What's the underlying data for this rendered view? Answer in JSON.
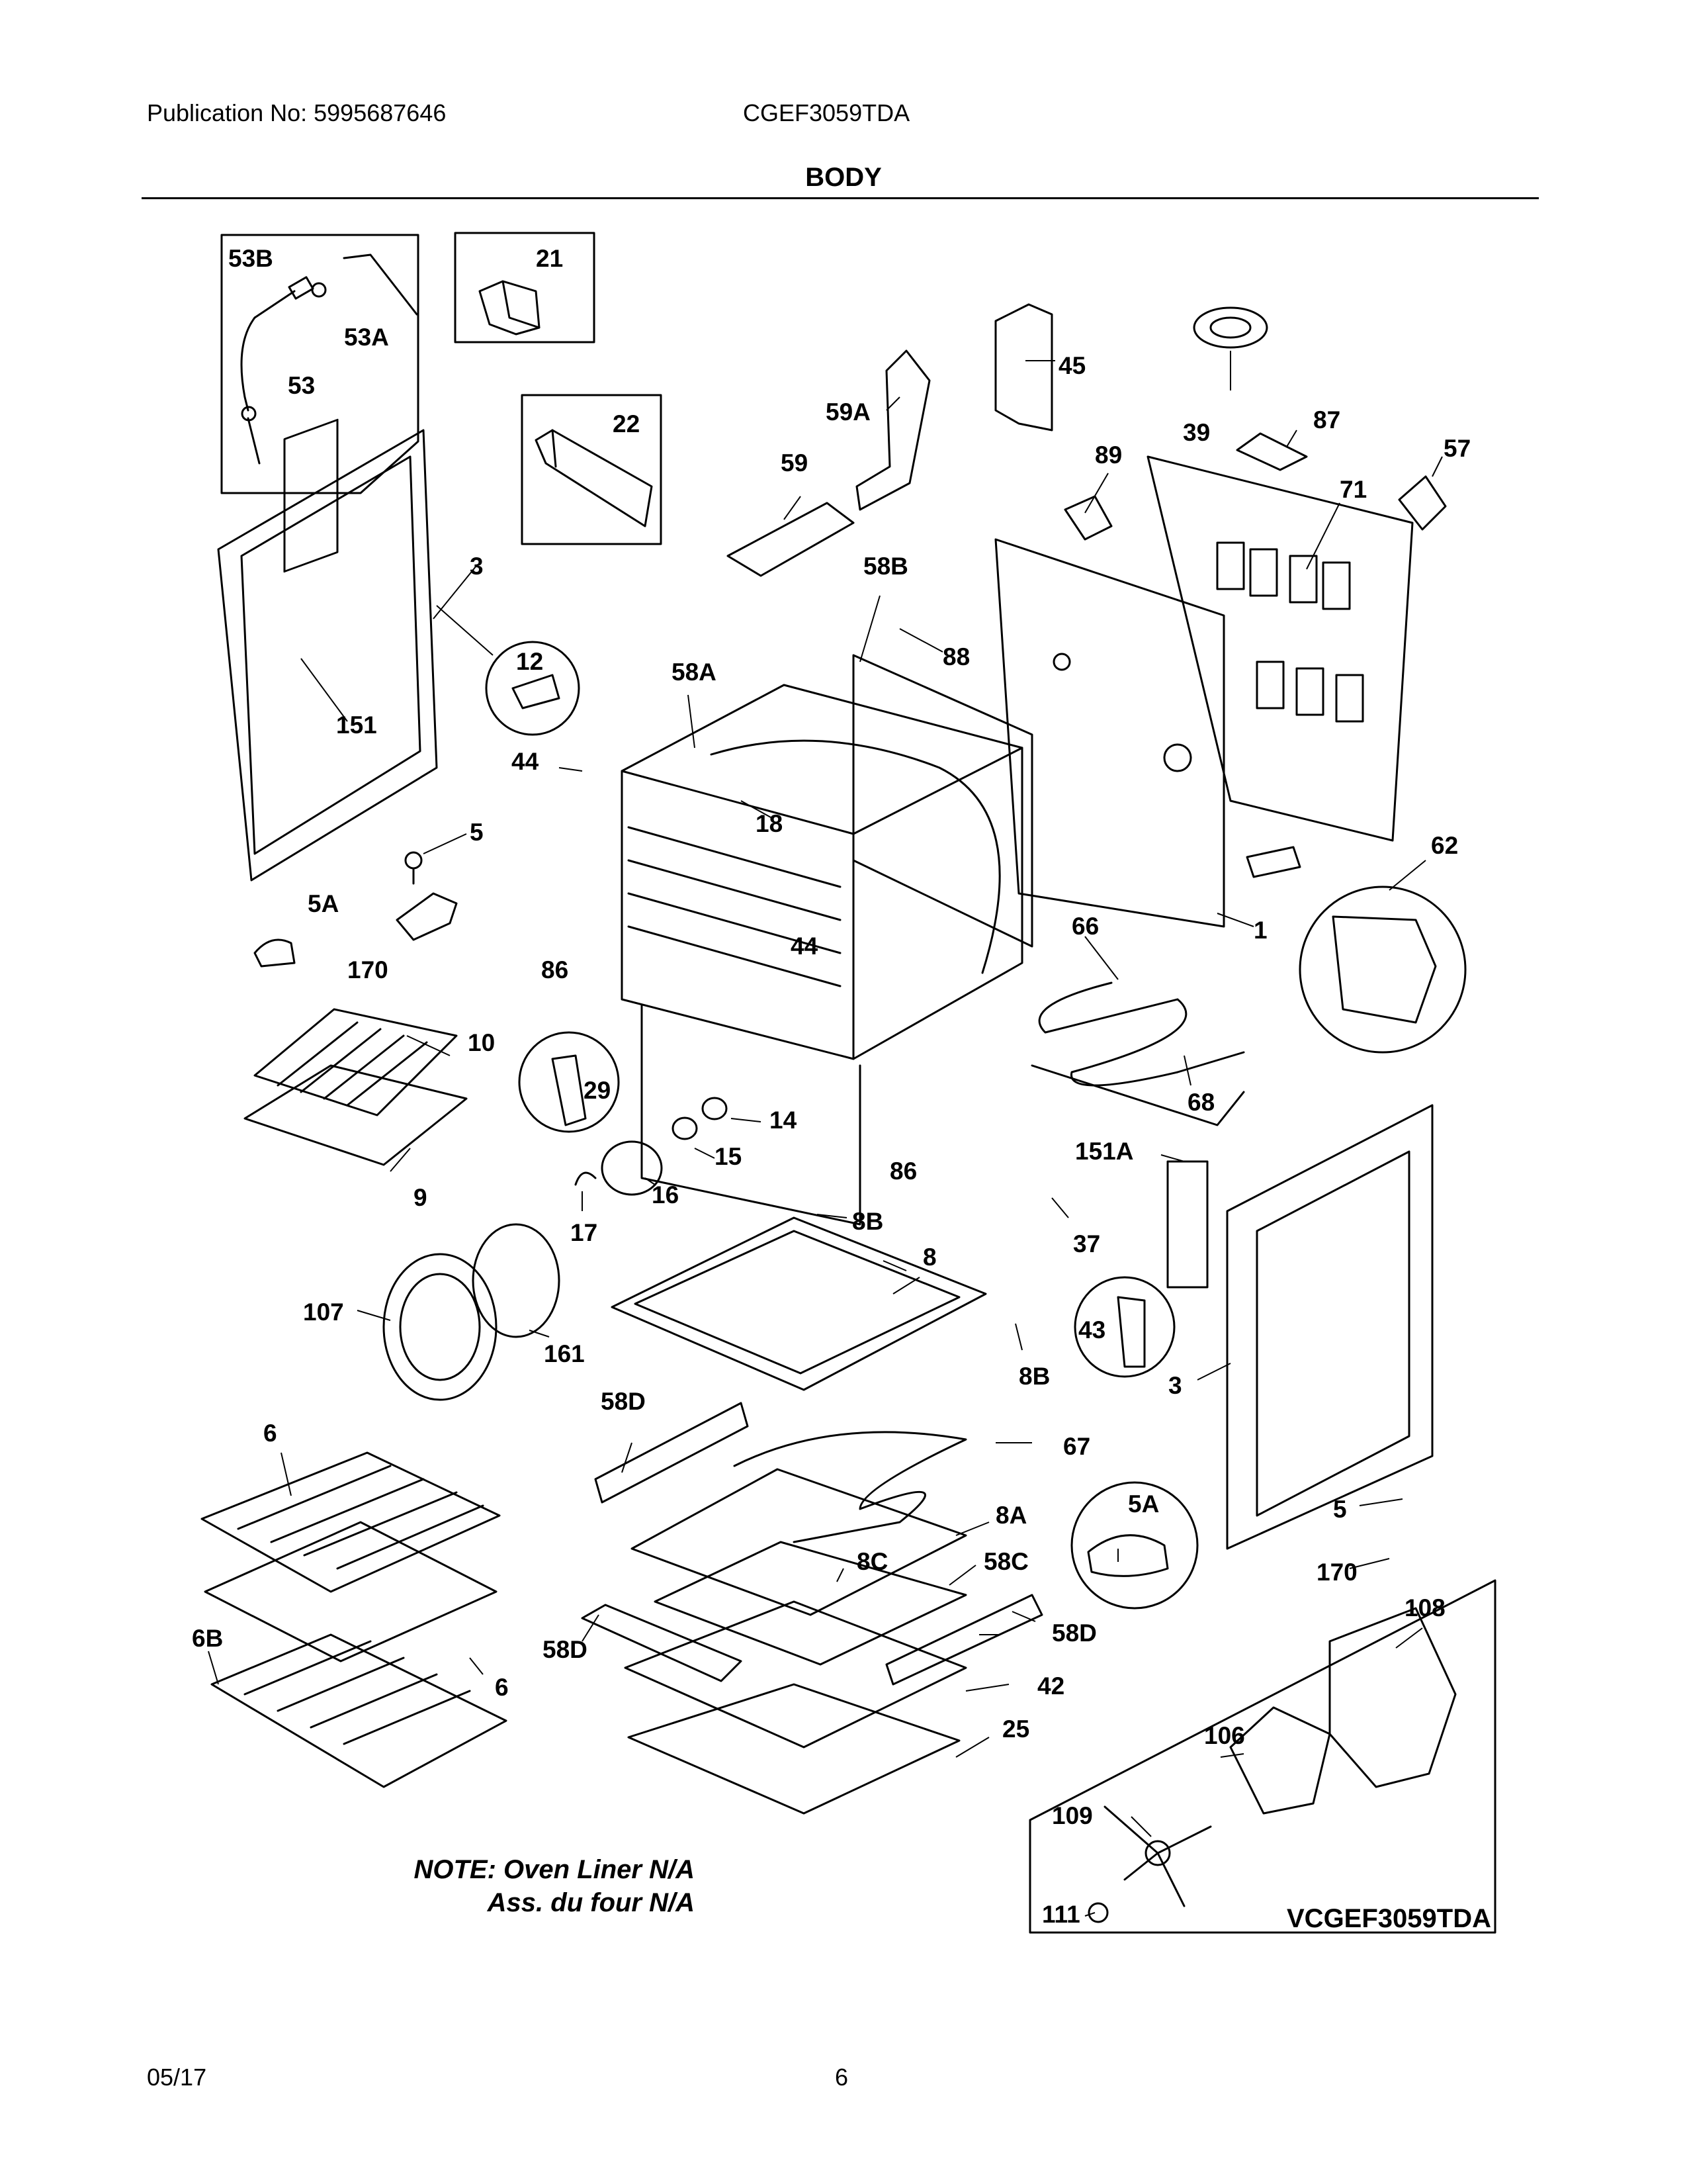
{
  "header": {
    "publication": "Publication No: 5995687646",
    "model": "CGEF3059TDA",
    "section": "BODY"
  },
  "footer": {
    "date": "05/17",
    "page": "6"
  },
  "note": {
    "line1": "NOTE: Oven Liner N/A",
    "line2": "Ass. du four N/A"
  },
  "variant_label": "VCGEF3059TDA",
  "callouts": {
    "p53B": "53B",
    "p21": "21",
    "p53A": "53A",
    "p53": "53",
    "p22": "22",
    "p45": "45",
    "p39": "39",
    "p59A": "59A",
    "p87": "87",
    "p57": "57",
    "p59": "59",
    "p89": "89",
    "p71": "71",
    "p3a": "3",
    "p58B": "58B",
    "p12": "12",
    "p88": "88",
    "p58A": "58A",
    "p151": "151",
    "p44a": "44",
    "p18": "18",
    "p5a": "5",
    "p62": "62",
    "p5Aa": "5A",
    "p66": "66",
    "p1": "1",
    "p170a": "170",
    "p86a": "86",
    "p44b": "44",
    "p10": "10",
    "p29": "29",
    "p14": "14",
    "p68": "68",
    "p15": "15",
    "p151A": "151A",
    "p9": "9",
    "p16": "16",
    "p86b": "86",
    "p17": "17",
    "p8B1": "8B",
    "p37": "37",
    "p8": "8",
    "p107": "107",
    "p43": "43",
    "p161": "161",
    "p8B2": "8B",
    "p3b": "3",
    "p58D1": "58D",
    "p6a": "6",
    "p67": "67",
    "p5Ab": "5A",
    "p8A": "8A",
    "p5b": "5",
    "p8C": "8C",
    "p58C": "58C",
    "p170b": "170",
    "p108": "108",
    "p6B": "6B",
    "p58D2": "58D",
    "p58D3": "58D",
    "p6b": "6",
    "p42": "42",
    "p25": "25",
    "p106": "106",
    "p109": "109",
    "p111": "111"
  }
}
